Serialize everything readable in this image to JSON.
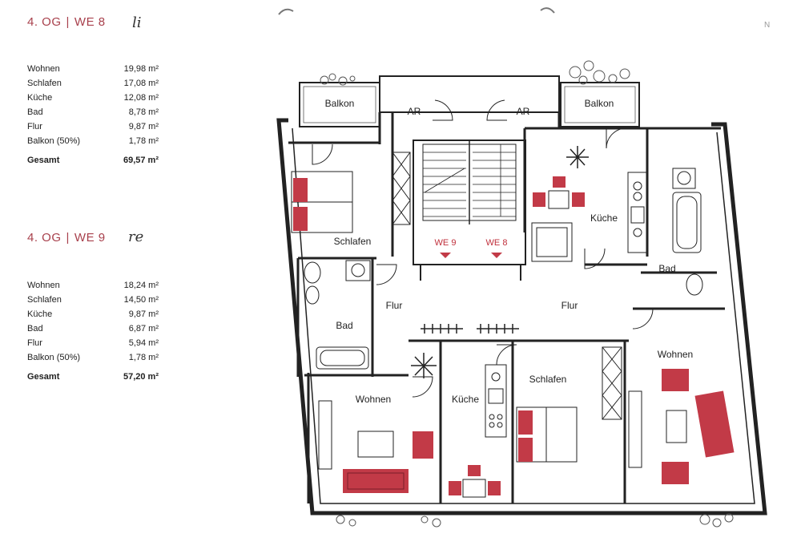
{
  "colors": {
    "accent": "#a8404c",
    "furniture": "#c23a47",
    "wall": "#222222"
  },
  "we8": {
    "floor": "4. OG",
    "unit": "WE 8",
    "side": "li",
    "rows": [
      {
        "name": "Wohnen",
        "value": "19,98 m²"
      },
      {
        "name": "Schlafen",
        "value": "17,08 m²"
      },
      {
        "name": "Küche",
        "value": "12,08 m²"
      },
      {
        "name": "Bad",
        "value": "8,78 m²"
      },
      {
        "name": "Flur",
        "value": "9,87 m²"
      },
      {
        "name": "Balkon (50%)",
        "value": "1,78 m²"
      }
    ],
    "total_label": "Gesamt",
    "total_value": "69,57 m²"
  },
  "we9": {
    "floor": "4. OG",
    "unit": "WE 9",
    "side": "re",
    "rows": [
      {
        "name": "Wohnen",
        "value": "18,24 m²"
      },
      {
        "name": "Schlafen",
        "value": "14,50 m²"
      },
      {
        "name": "Küche",
        "value": "9,87 m²"
      },
      {
        "name": "Bad",
        "value": "6,87 m²"
      },
      {
        "name": "Flur",
        "value": "5,94 m²"
      },
      {
        "name": "Balkon (50%)",
        "value": "1,78 m²"
      }
    ],
    "total_label": "Gesamt",
    "total_value": "57,20 m²"
  },
  "plan": {
    "balkon_left": "Balkon",
    "balkon_right": "Balkon",
    "ar_left": "AR",
    "ar_right": "AR",
    "schlafen_left": "Schlafen",
    "kueche_right": "Küche",
    "bad_right": "Bad",
    "we9_mark": "WE 9",
    "we8_mark": "WE 8",
    "flur_left": "Flur",
    "flur_right": "Flur",
    "bad_left": "Bad",
    "wohnen_right": "Wohnen",
    "wohnen_left": "Wohnen",
    "kueche_left": "Küche",
    "schlafen_right": "Schlafen"
  }
}
